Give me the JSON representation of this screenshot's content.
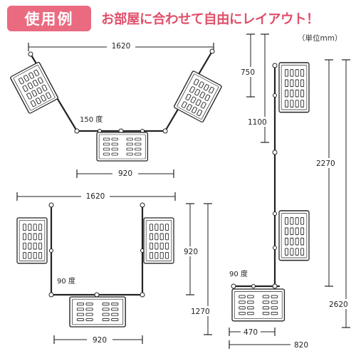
{
  "header": {
    "badge": "使用例",
    "headline": "お部屋に合わせて自由にレイアウト！",
    "unit_note": "（単位mm）"
  },
  "colors": {
    "accent": "#ea6b80",
    "headline": "#e0506a",
    "line": "#222222"
  },
  "layout_150": {
    "width_label": "1620",
    "angle_label": "150 度",
    "center_width_label": "920"
  },
  "layout_90": {
    "width_label": "1620",
    "angle_label": "90 度",
    "center_width_label": "920",
    "depth_label": "920",
    "total_depth_label": "1270"
  },
  "layout_straight": {
    "label_750": "750",
    "label_1100": "1100",
    "label_2270": "2270",
    "label_2620": "2620",
    "angle_label": "90 度",
    "label_470": "470",
    "label_820": "820"
  }
}
